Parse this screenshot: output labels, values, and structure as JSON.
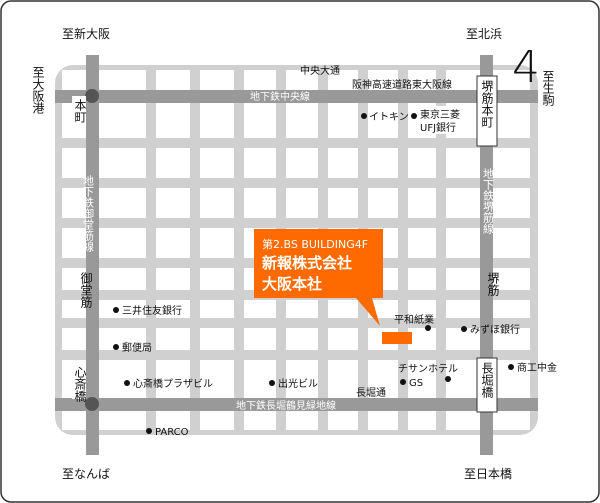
{
  "directions": {
    "northwest": "至新大阪",
    "northeast": "至北浜",
    "west_top": "至大阪港",
    "east_top": "至生駒",
    "southwest": "至なんば",
    "southeast": "至日本橋"
  },
  "roads": {
    "chuo_odori": "中央大通",
    "hanshin_expressway": "阪神高速道路東大阪線",
    "subway_chuo": "地下鉄中央線",
    "subway_midosuji": "地下鉄御堂筋線",
    "subway_sakaisuji": "地下鉄堺筋線",
    "subway_nagahori": "地下鉄長堀鶴見緑地線",
    "nagahori_dori": "長堀通",
    "midosuji": "御堂筋",
    "sakaisuji": "堺筋"
  },
  "stations": {
    "honmachi": "本町",
    "shinsaibashi": "心斎橋",
    "sakaisuji_honmachi": "堺筋本町",
    "nagahoribashi": "長堀橋"
  },
  "landmarks": {
    "itokin": "イトキン",
    "tokyo_mitsubishi_1": "東京三菱",
    "tokyo_mitsubishi_2": "UFJ銀行",
    "mitsui_sumitomo": "三井住友銀行",
    "post_office": "郵便局",
    "heiwa_shiki": "平和紙業",
    "mizuho": "みずほ銀行",
    "shinsaibashi_plaza": "心斎橋プラザビル",
    "demitsu": "出光ビル",
    "chisan_hotel": "チサンホテル",
    "gs": "GS",
    "shoko_chukin": "商工中金",
    "parco": "PARCO"
  },
  "callout": {
    "building": "第2.BS BUILDING4F",
    "company": "新報株式会社",
    "office": "大阪本社"
  },
  "north_arrow": "4",
  "colors": {
    "road": "#d0d0d0",
    "main_road": "#999999",
    "accent": "#ff6a00",
    "block": "#ffffff"
  }
}
